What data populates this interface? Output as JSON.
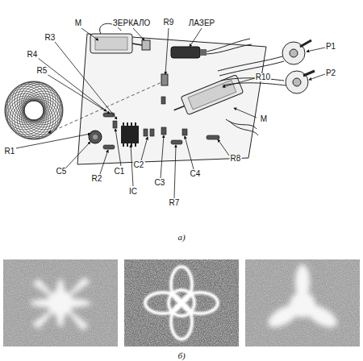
{
  "diagram": {
    "labels": [
      "M",
      "ЗЕРКАЛО",
      "R9",
      "ЛАЗЕР",
      "R3",
      "R4",
      "P1",
      "R5",
      "P2",
      "R10",
      "M",
      "R1",
      "R8",
      "C5",
      "C2",
      "C1",
      "R2",
      "C4",
      "C3",
      "IC",
      "R7",
      "а)",
      "б)"
    ]
  }
}
